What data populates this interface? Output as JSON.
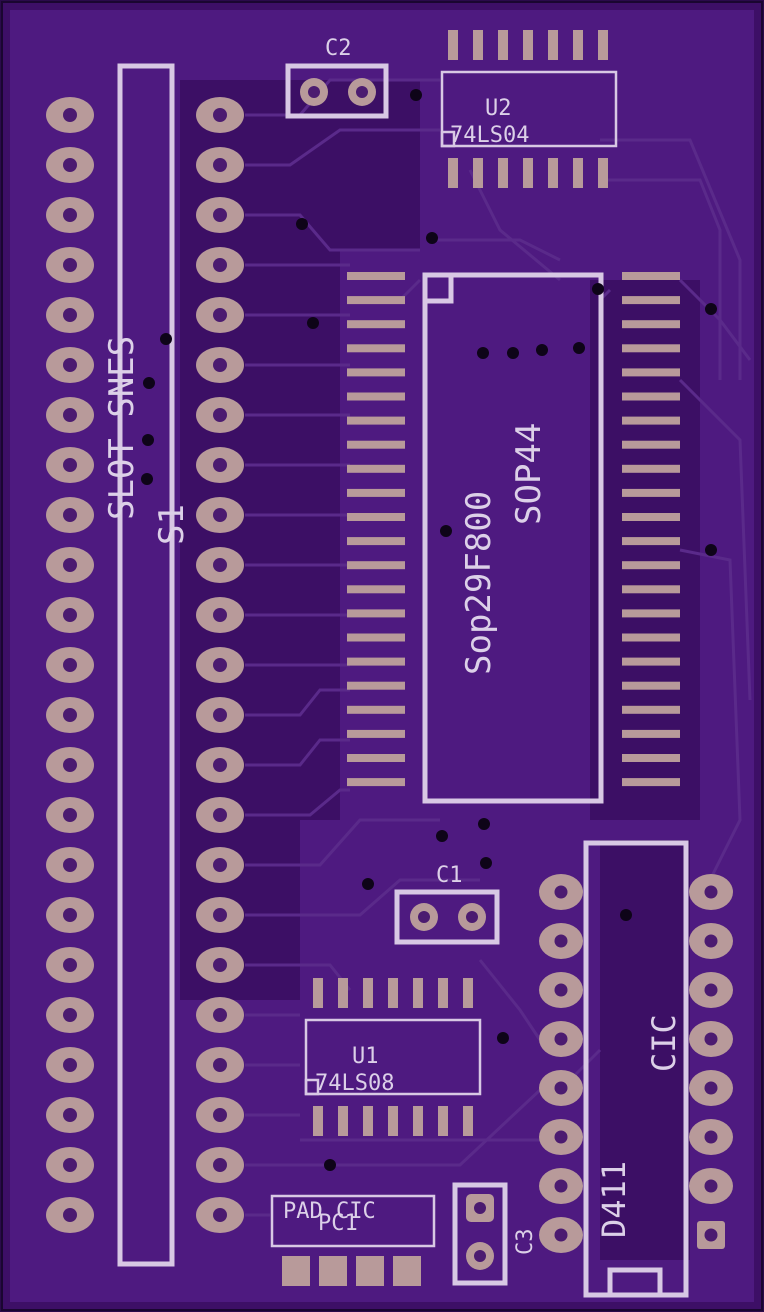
{
  "board": {
    "colors": {
      "substrate": "#3d0f66",
      "copper_pour": "#4e1a80",
      "silkscreen": "#d8c8e4",
      "pad": "#b89a9a",
      "via": "#0e0418"
    }
  },
  "components": {
    "c2": {
      "ref": "C2"
    },
    "u2": {
      "ref": "U2",
      "value": "74LS04"
    },
    "u3": {
      "value1": "Sop29F800",
      "value2": "SOP44"
    },
    "s1": {
      "ref": "S1",
      "value": "SLOT SNES"
    },
    "c1": {
      "ref": "C1"
    },
    "u1": {
      "ref": "U1",
      "value": "74LS08"
    },
    "cic": {
      "ref": "CIC",
      "value": "D411"
    },
    "pc1": {
      "ref": "PC1",
      "value": "PAD CIC"
    },
    "c3": {
      "ref": "C3"
    }
  }
}
